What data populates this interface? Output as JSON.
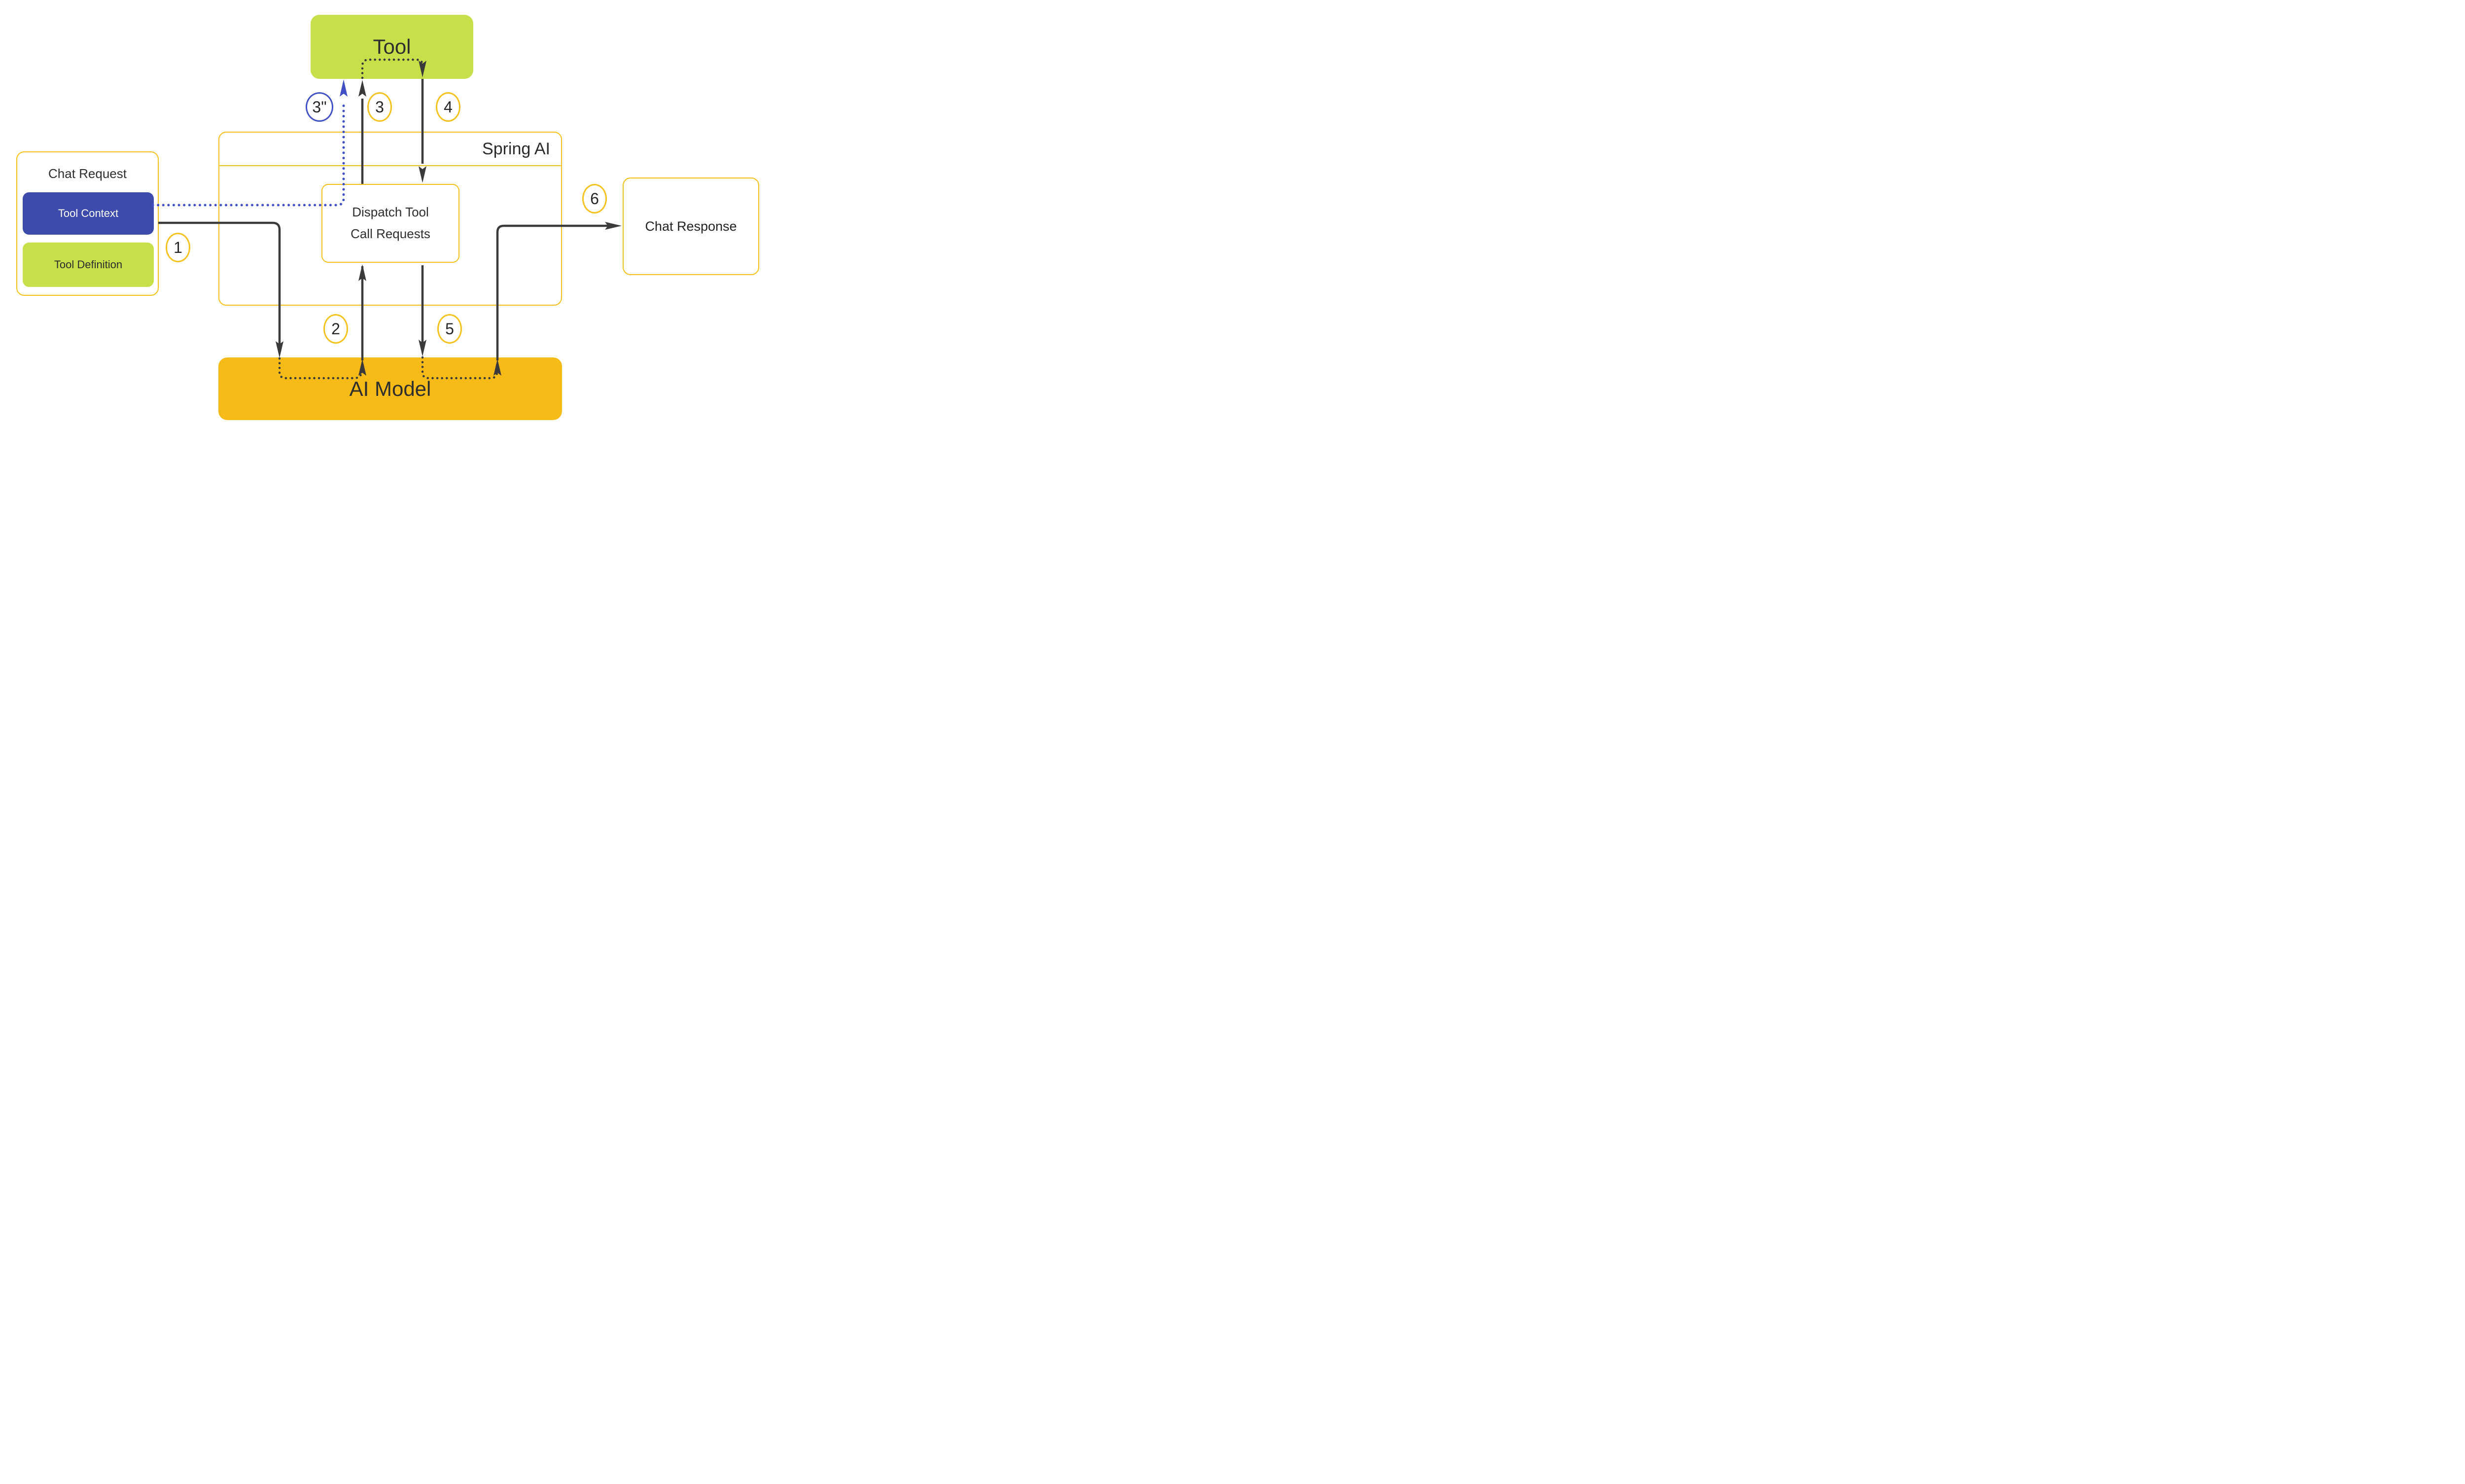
{
  "colors": {
    "gold": "#F5C21B",
    "amber": "#F6BB17",
    "green": "#C6E04A",
    "blue": "#3D4BAD",
    "ink": "#3A3A3A",
    "blueline": "#4150C4",
    "text": "#2E2E2E",
    "white": "#FFFFFF"
  },
  "nodes": {
    "tool": "Tool",
    "spring_ai": "Spring AI",
    "dispatch_line1": "Dispatch Tool",
    "dispatch_line2": "Call Requests",
    "chat_request": "Chat Request",
    "tool_context": "Tool Context",
    "tool_definition": "Tool Definition",
    "chat_response": "Chat Response",
    "ai_model": "AI Model"
  },
  "steps": {
    "s1": "1",
    "s2": "2",
    "s3": "3",
    "s3quote": "3\"",
    "s4": "4",
    "s5": "5",
    "s6": "6"
  }
}
